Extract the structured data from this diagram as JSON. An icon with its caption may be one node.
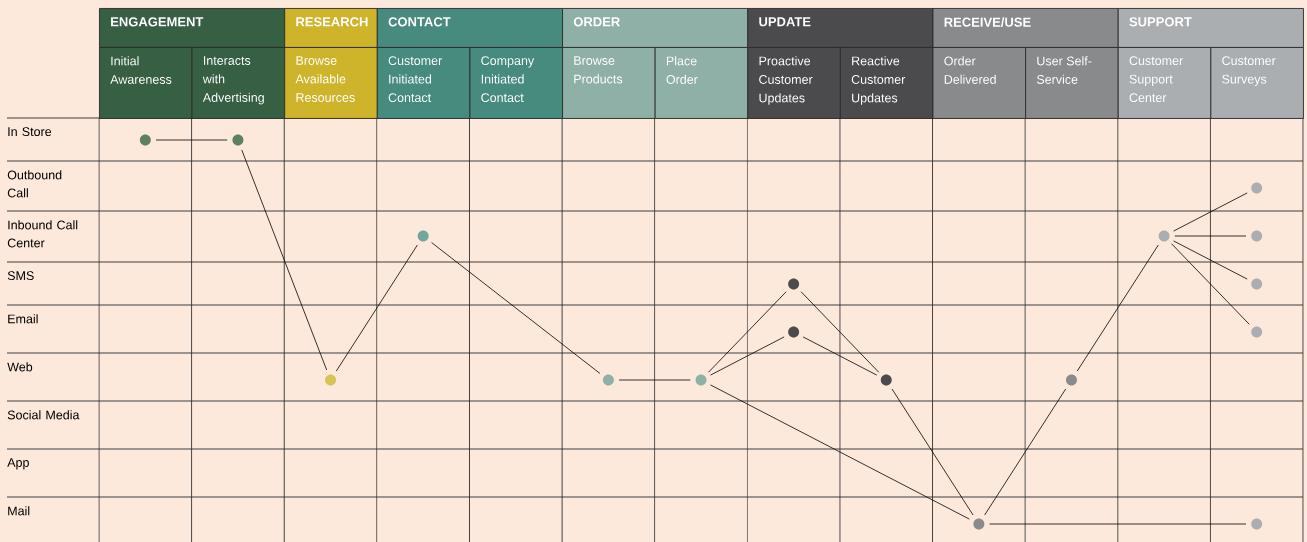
{
  "diagram": {
    "nodes": [
      {
        "text": [
          "ENGAGEMENT"
        ]
      },
      {
        "text": [
          "RESEARCH"
        ]
      },
      {
        "text": [
          "CONTACT"
        ]
      },
      {
        "text": [
          "ORDER"
        ]
      },
      {
        "text": [
          "UPDATE"
        ]
      },
      {
        "text": [
          "RECEIVE/USE"
        ]
      },
      {
        "text": [
          "SUPPORT"
        ]
      },
      {
        "text": [
          "Initial Awareness"
        ]
      },
      {
        "text": [
          "Interacts with Advertising"
        ]
      },
      {
        "text": [
          "Browse Available Resources"
        ]
      },
      {
        "text": [
          "Customer Initiated Contact"
        ]
      },
      {
        "text": [
          "Company Initiated Contact"
        ]
      },
      {
        "text": [
          "Browse Products"
        ]
      },
      {
        "text": [
          "Place Order"
        ]
      },
      {
        "text": [
          "Proactive Customer Updates"
        ]
      },
      {
        "text": [
          "Reactive Customer Updates"
        ]
      },
      {
        "text": [
          "Order Delivered"
        ]
      },
      {
        "text": [
          "User Self-Service"
        ]
      },
      {
        "text": [
          "Customer Support Center"
        ]
      },
      {
        "text": [
          "Customer Surveys"
        ]
      },
      {
        "text": [],
        "shape": "circle"
      },
      {
        "text": [],
        "shape": "circle"
      },
      {
        "text": [],
        "shape": "circle"
      },
      {
        "text": [],
        "shape": "circle"
      },
      {
        "text": [],
        "shape": "circle"
      },
      {
        "text": [],
        "shape": "circle"
      },
      {
        "text": [],
        "shape": "circle"
      },
      {
        "text": [],
        "shape": "circle"
      },
      {
        "text": [],
        "shape": "circle"
      },
      {
        "text": [],
        "shape": "circle"
      },
      {
        "text": [],
        "shape": "circle"
      },
      {
        "text": [],
        "shape": "circle"
      },
      {
        "text": [],
        "shape": "circle"
      },
      {
        "text": [],
        "shape": "circle"
      },
      {
        "text": [],
        "shape": "circle"
      },
      {
        "text": [],
        "shape": "circle"
      },
      {
        "text": [],
        "shape": "circle"
      }
    ],
    "edges": [
      {
        "from": 20,
        "to": 21,
        "arrow": "none"
      },
      {
        "from": 21,
        "to": 22,
        "arrow": "none"
      },
      {
        "from": 22,
        "to": 23,
        "arrow": "none"
      },
      {
        "from": 23,
        "to": 24,
        "arrow": "none"
      },
      {
        "from": 24,
        "to": 25,
        "arrow": "none"
      },
      {
        "from": 25,
        "to": 26,
        "arrow": "none"
      },
      {
        "from": 25,
        "to": 27,
        "arrow": "none"
      },
      {
        "from": 26,
        "to": 28,
        "arrow": "none"
      },
      {
        "from": 27,
        "to": 28,
        "arrow": "none"
      },
      {
        "from": 25,
        "to": 29,
        "arrow": "none"
      },
      {
        "from": 28,
        "to": 29,
        "arrow": "none"
      },
      {
        "from": 29,
        "to": 30,
        "arrow": "none"
      },
      {
        "from": 30,
        "to": 31,
        "arrow": "none"
      },
      {
        "from": 31,
        "to": 32,
        "arrow": "none"
      },
      {
        "from": 31,
        "to": 33,
        "arrow": "none"
      },
      {
        "from": 31,
        "to": 34,
        "arrow": "none"
      },
      {
        "from": 31,
        "to": 35,
        "arrow": "none"
      },
      {
        "from": 29,
        "to": 36,
        "arrow": "none"
      }
    ],
    "labels": [
      "In Store",
      "Outbound Call",
      "Inbound Call Center",
      "SMS",
      "Email",
      "Web",
      "Social Media",
      "App",
      "Mail"
    ]
  }
}
